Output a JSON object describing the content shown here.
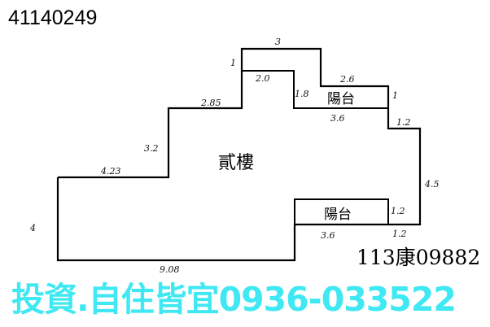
{
  "case_id": "41140249",
  "reference": "113康09882",
  "watermark": "投資.自住皆宜0936-033522",
  "colors": {
    "watermark": "#3fe8f2",
    "lines": "#000000"
  },
  "floor_label": "貳樓",
  "balconies": [
    "陽台",
    "陽台"
  ],
  "dimensions": {
    "top": "3",
    "top_left_step": "1",
    "inner_top": "2.0",
    "inner_step": "1.8",
    "balcony1_top": "2.6",
    "balcony1_right": "1",
    "balcony1_bottom": "3.6",
    "right_step": "1.2",
    "right": "4.5",
    "balcony2_right": "1.2",
    "balcony2_bottom_right": "1.2",
    "balcony2_bottom": "3.6",
    "bottom": "9.08",
    "left": "4",
    "left_top": "4.23",
    "step_vertical": "3.2",
    "step_top": "2.85"
  }
}
